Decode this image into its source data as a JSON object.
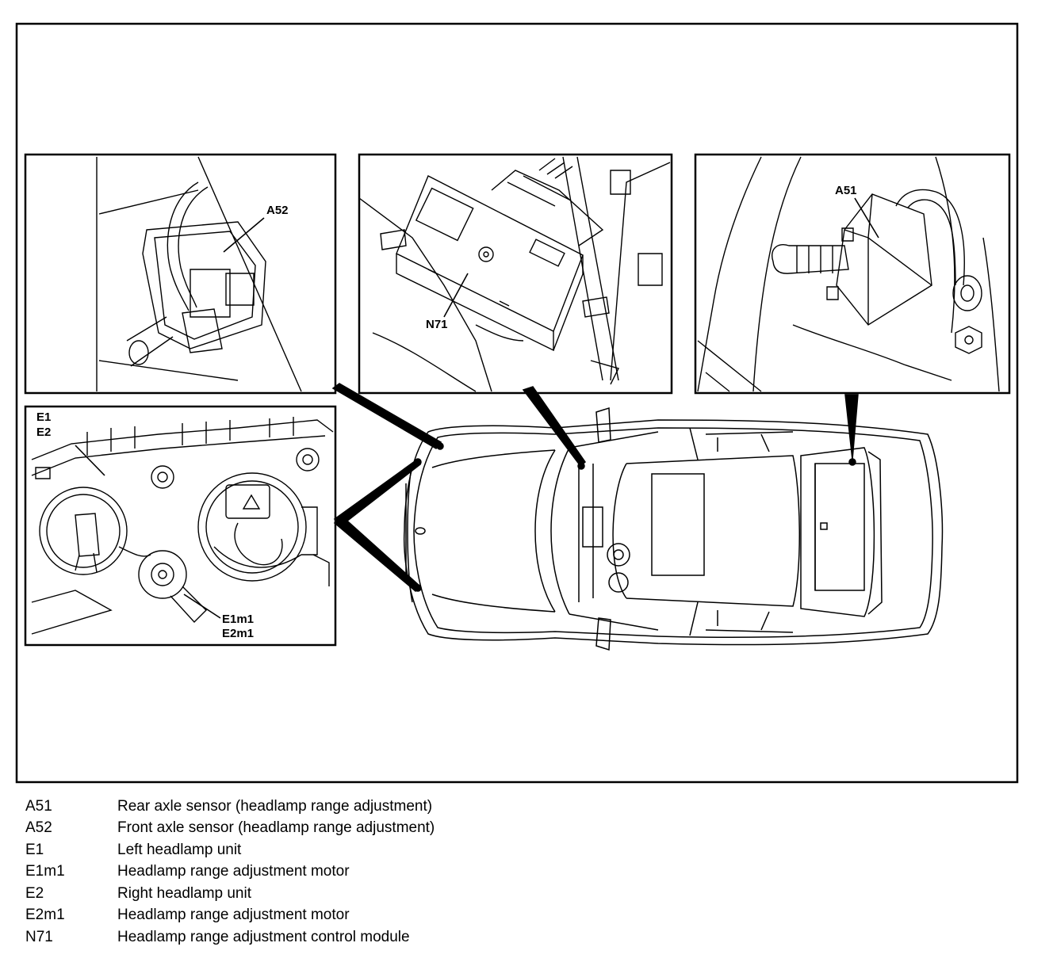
{
  "labels": {
    "a52": "A52",
    "n71": "N71",
    "a51": "A51",
    "e1": "E1",
    "e2": "E2",
    "e1m1": "E1m1",
    "e2m1": "E2m1"
  },
  "legend": [
    {
      "code": "A51",
      "description": "Rear axle sensor (headlamp range adjustment)"
    },
    {
      "code": "A52",
      "description": "Front axle sensor (headlamp range adjustment)"
    },
    {
      "code": "E1",
      "description": "Left headlamp unit"
    },
    {
      "code": "E1m1",
      "description": "Headlamp range adjustment motor"
    },
    {
      "code": "E2",
      "description": "Right headlamp unit"
    },
    {
      "code": "E2m1",
      "description": "Headlamp range adjustment motor"
    },
    {
      "code": "N71",
      "description": "Headlamp range adjustment control module"
    }
  ]
}
